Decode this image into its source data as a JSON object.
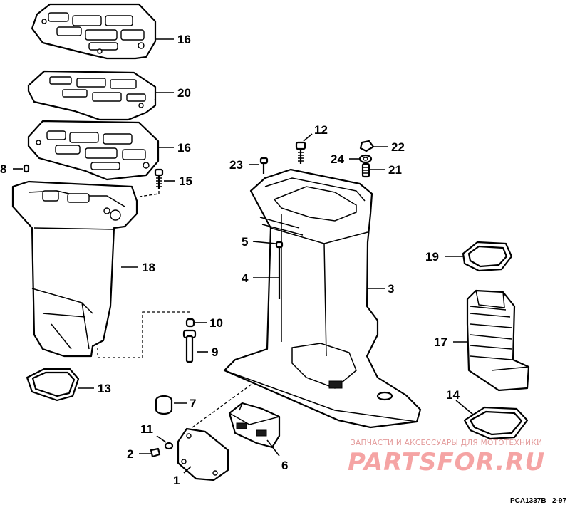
{
  "callouts": [
    {
      "id": "16a",
      "label": "16"
    },
    {
      "id": "20",
      "label": "20"
    },
    {
      "id": "16b",
      "label": "16"
    },
    {
      "id": "8",
      "label": "8"
    },
    {
      "id": "15",
      "label": "15"
    },
    {
      "id": "18",
      "label": "18"
    },
    {
      "id": "10",
      "label": "10"
    },
    {
      "id": "9",
      "label": "9"
    },
    {
      "id": "13",
      "label": "13"
    },
    {
      "id": "7",
      "label": "7"
    },
    {
      "id": "11",
      "label": "11"
    },
    {
      "id": "2",
      "label": "2"
    },
    {
      "id": "1",
      "label": "1"
    },
    {
      "id": "6",
      "label": "6"
    },
    {
      "id": "12",
      "label": "12"
    },
    {
      "id": "22",
      "label": "22"
    },
    {
      "id": "23",
      "label": "23"
    },
    {
      "id": "24",
      "label": "24"
    },
    {
      "id": "21",
      "label": "21"
    },
    {
      "id": "5",
      "label": "5"
    },
    {
      "id": "4",
      "label": "4"
    },
    {
      "id": "3",
      "label": "3"
    },
    {
      "id": "19",
      "label": "19"
    },
    {
      "id": "17",
      "label": "17"
    },
    {
      "id": "14",
      "label": "14"
    }
  ],
  "watermark": {
    "tagline": "ЗАПЧАСТИ И АКСЕССУАРЫ ДЛЯ МОТОТЕХНИКИ",
    "brand": "PARTSFOR.RU",
    "color": "#ec5a5a"
  },
  "footer": {
    "code": "PCA1337B",
    "page": "2-97"
  }
}
